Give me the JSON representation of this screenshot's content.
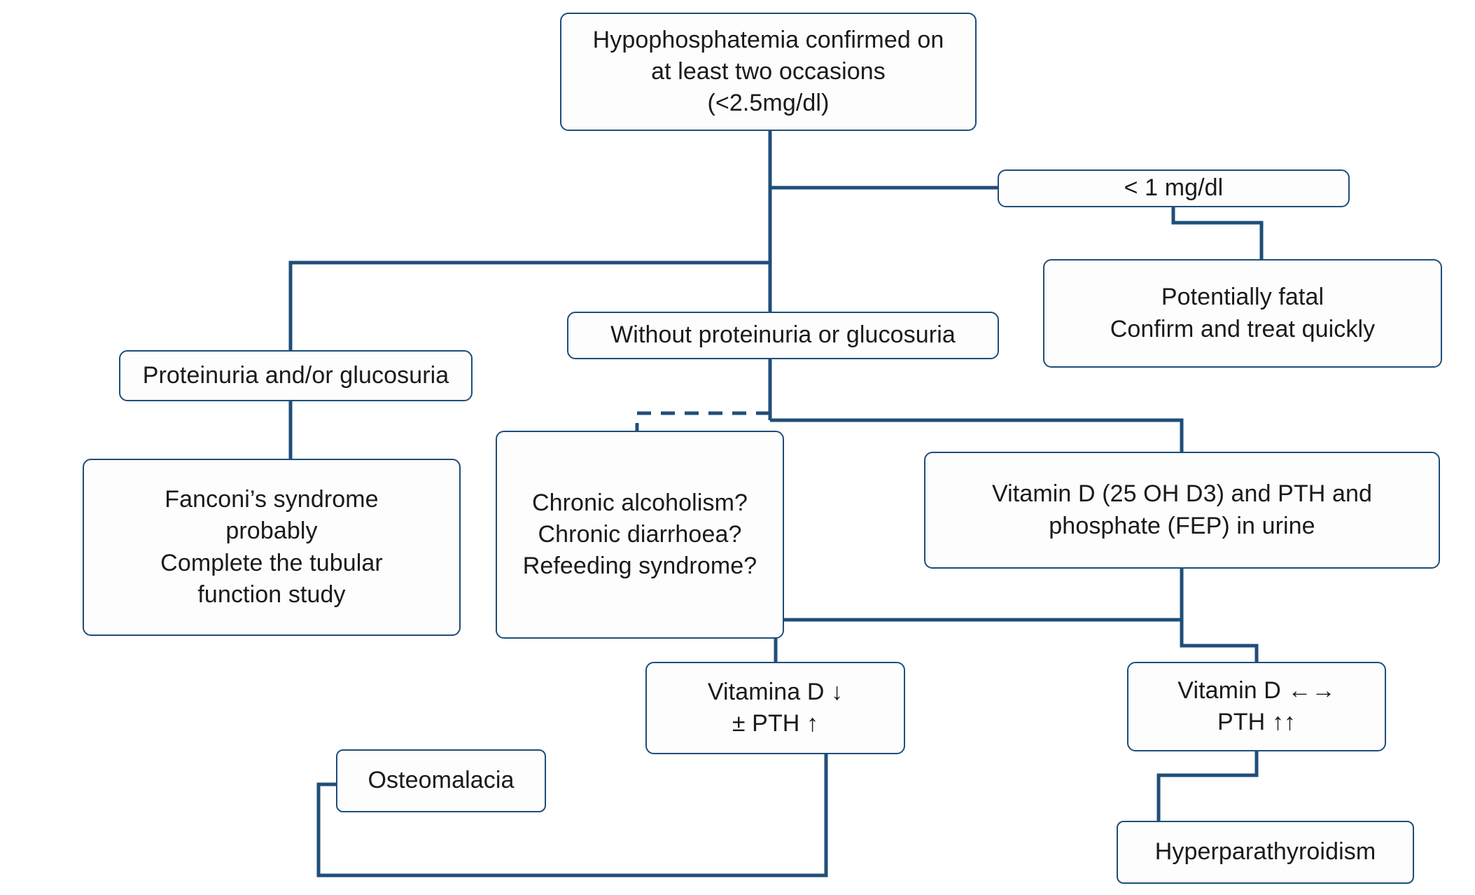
{
  "diagram": {
    "title": "Hypophosphatemia diagnostic algorithm",
    "accent_color": "#1F4E79",
    "background_color": "#FFFFFF",
    "text_color": "#1A1A1A",
    "nodes": {
      "root": "Hypophosphatemia confirmed on\nat least two occasions\n(<2.5mg/dl)",
      "severe_threshold": "< 1 mg/dl",
      "potentially_fatal": "Potentially fatal\nConfirm and treat quickly",
      "proteinuria": "Proteinuria and/or glucosuria",
      "without_proteinuria": "Without proteinuria or glucosuria",
      "fanconi": "Fanconi’s syndrome\nprobably\nComplete the tubular\nfunction study",
      "causes_questions": "Chronic alcoholism?\nChronic diarrhoea?\nRefeeding syndrome?",
      "workup": "Vitamin D (25 OH D3) and PTH and\nphosphate (FEP) in urine",
      "vitd_low": "Vitamina D ↓\n± PTH ↑",
      "vitd_normal": "Vitamin  D ←→\nPTH ↑↑",
      "osteomalacia": "Osteomalacia",
      "hyperparathyroidism": "Hyperparathyroidism"
    },
    "edges": [
      {
        "from": "root",
        "to": "severe_threshold",
        "style": "solid"
      },
      {
        "from": "severe_threshold",
        "to": "potentially_fatal",
        "style": "solid"
      },
      {
        "from": "root",
        "to": "proteinuria",
        "style": "solid"
      },
      {
        "from": "root",
        "to": "without_proteinuria",
        "style": "solid"
      },
      {
        "from": "proteinuria",
        "to": "fanconi",
        "style": "solid"
      },
      {
        "from": "without_proteinuria",
        "to": "causes_questions",
        "style": "dashed"
      },
      {
        "from": "without_proteinuria",
        "to": "workup",
        "style": "solid"
      },
      {
        "from": "workup",
        "to": "vitd_low",
        "style": "solid"
      },
      {
        "from": "workup",
        "to": "vitd_normal",
        "style": "solid"
      },
      {
        "from": "vitd_low",
        "to": "osteomalacia",
        "style": "solid"
      },
      {
        "from": "vitd_normal",
        "to": "hyperparathyroidism",
        "style": "solid"
      }
    ]
  }
}
